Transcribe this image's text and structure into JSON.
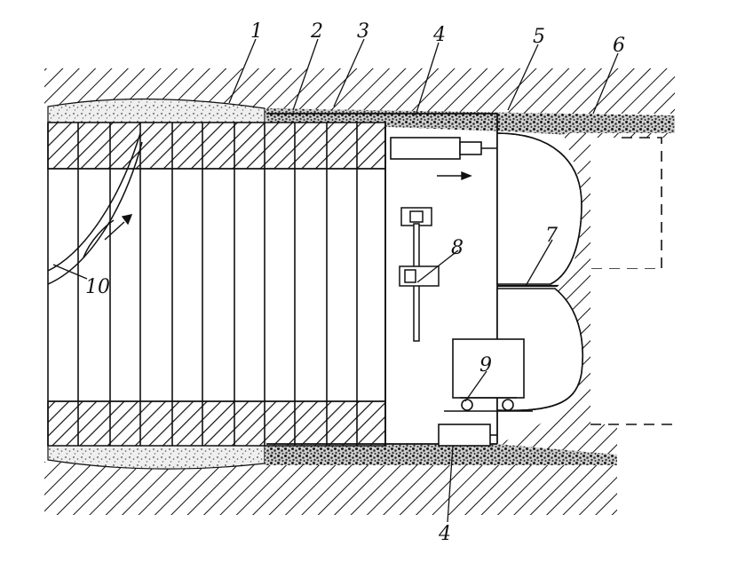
{
  "labels": {
    "l1": "1",
    "l2": "2",
    "l3": "3",
    "l4_top": "4",
    "l5": "5",
    "l6": "6",
    "l7": "7",
    "l8": "8",
    "l9": "9",
    "l10": "10",
    "l4_bottom": "4"
  }
}
